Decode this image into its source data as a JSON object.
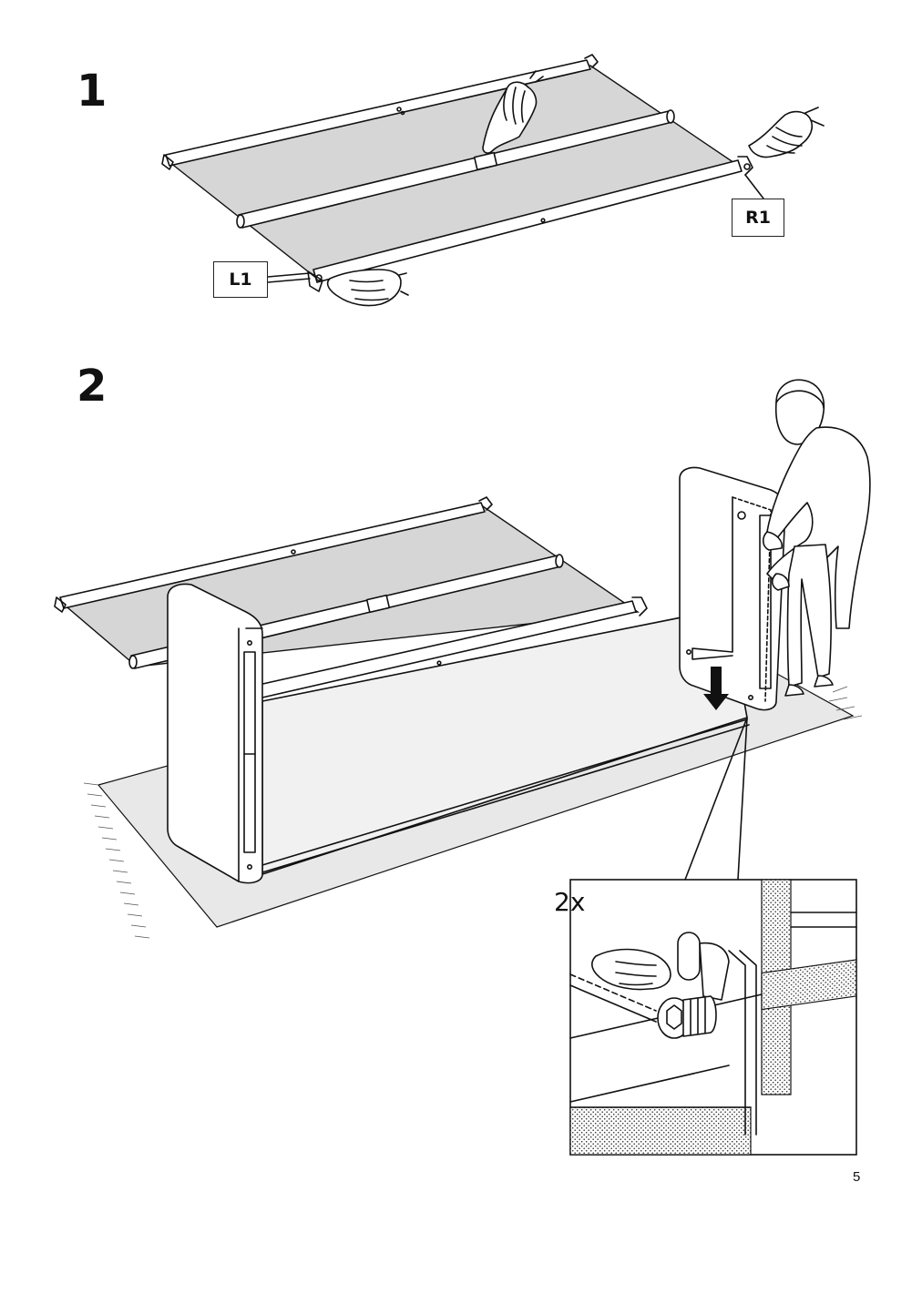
{
  "steps": [
    {
      "number": "1"
    },
    {
      "number": "2"
    }
  ],
  "callouts": {
    "left": "L1",
    "right": "R1"
  },
  "detail": {
    "quantity": "2x"
  },
  "page_number": "5",
  "colors": {
    "ink": "#111111",
    "cloth": "#d6d6d6",
    "floor": "#e8e8e8"
  }
}
